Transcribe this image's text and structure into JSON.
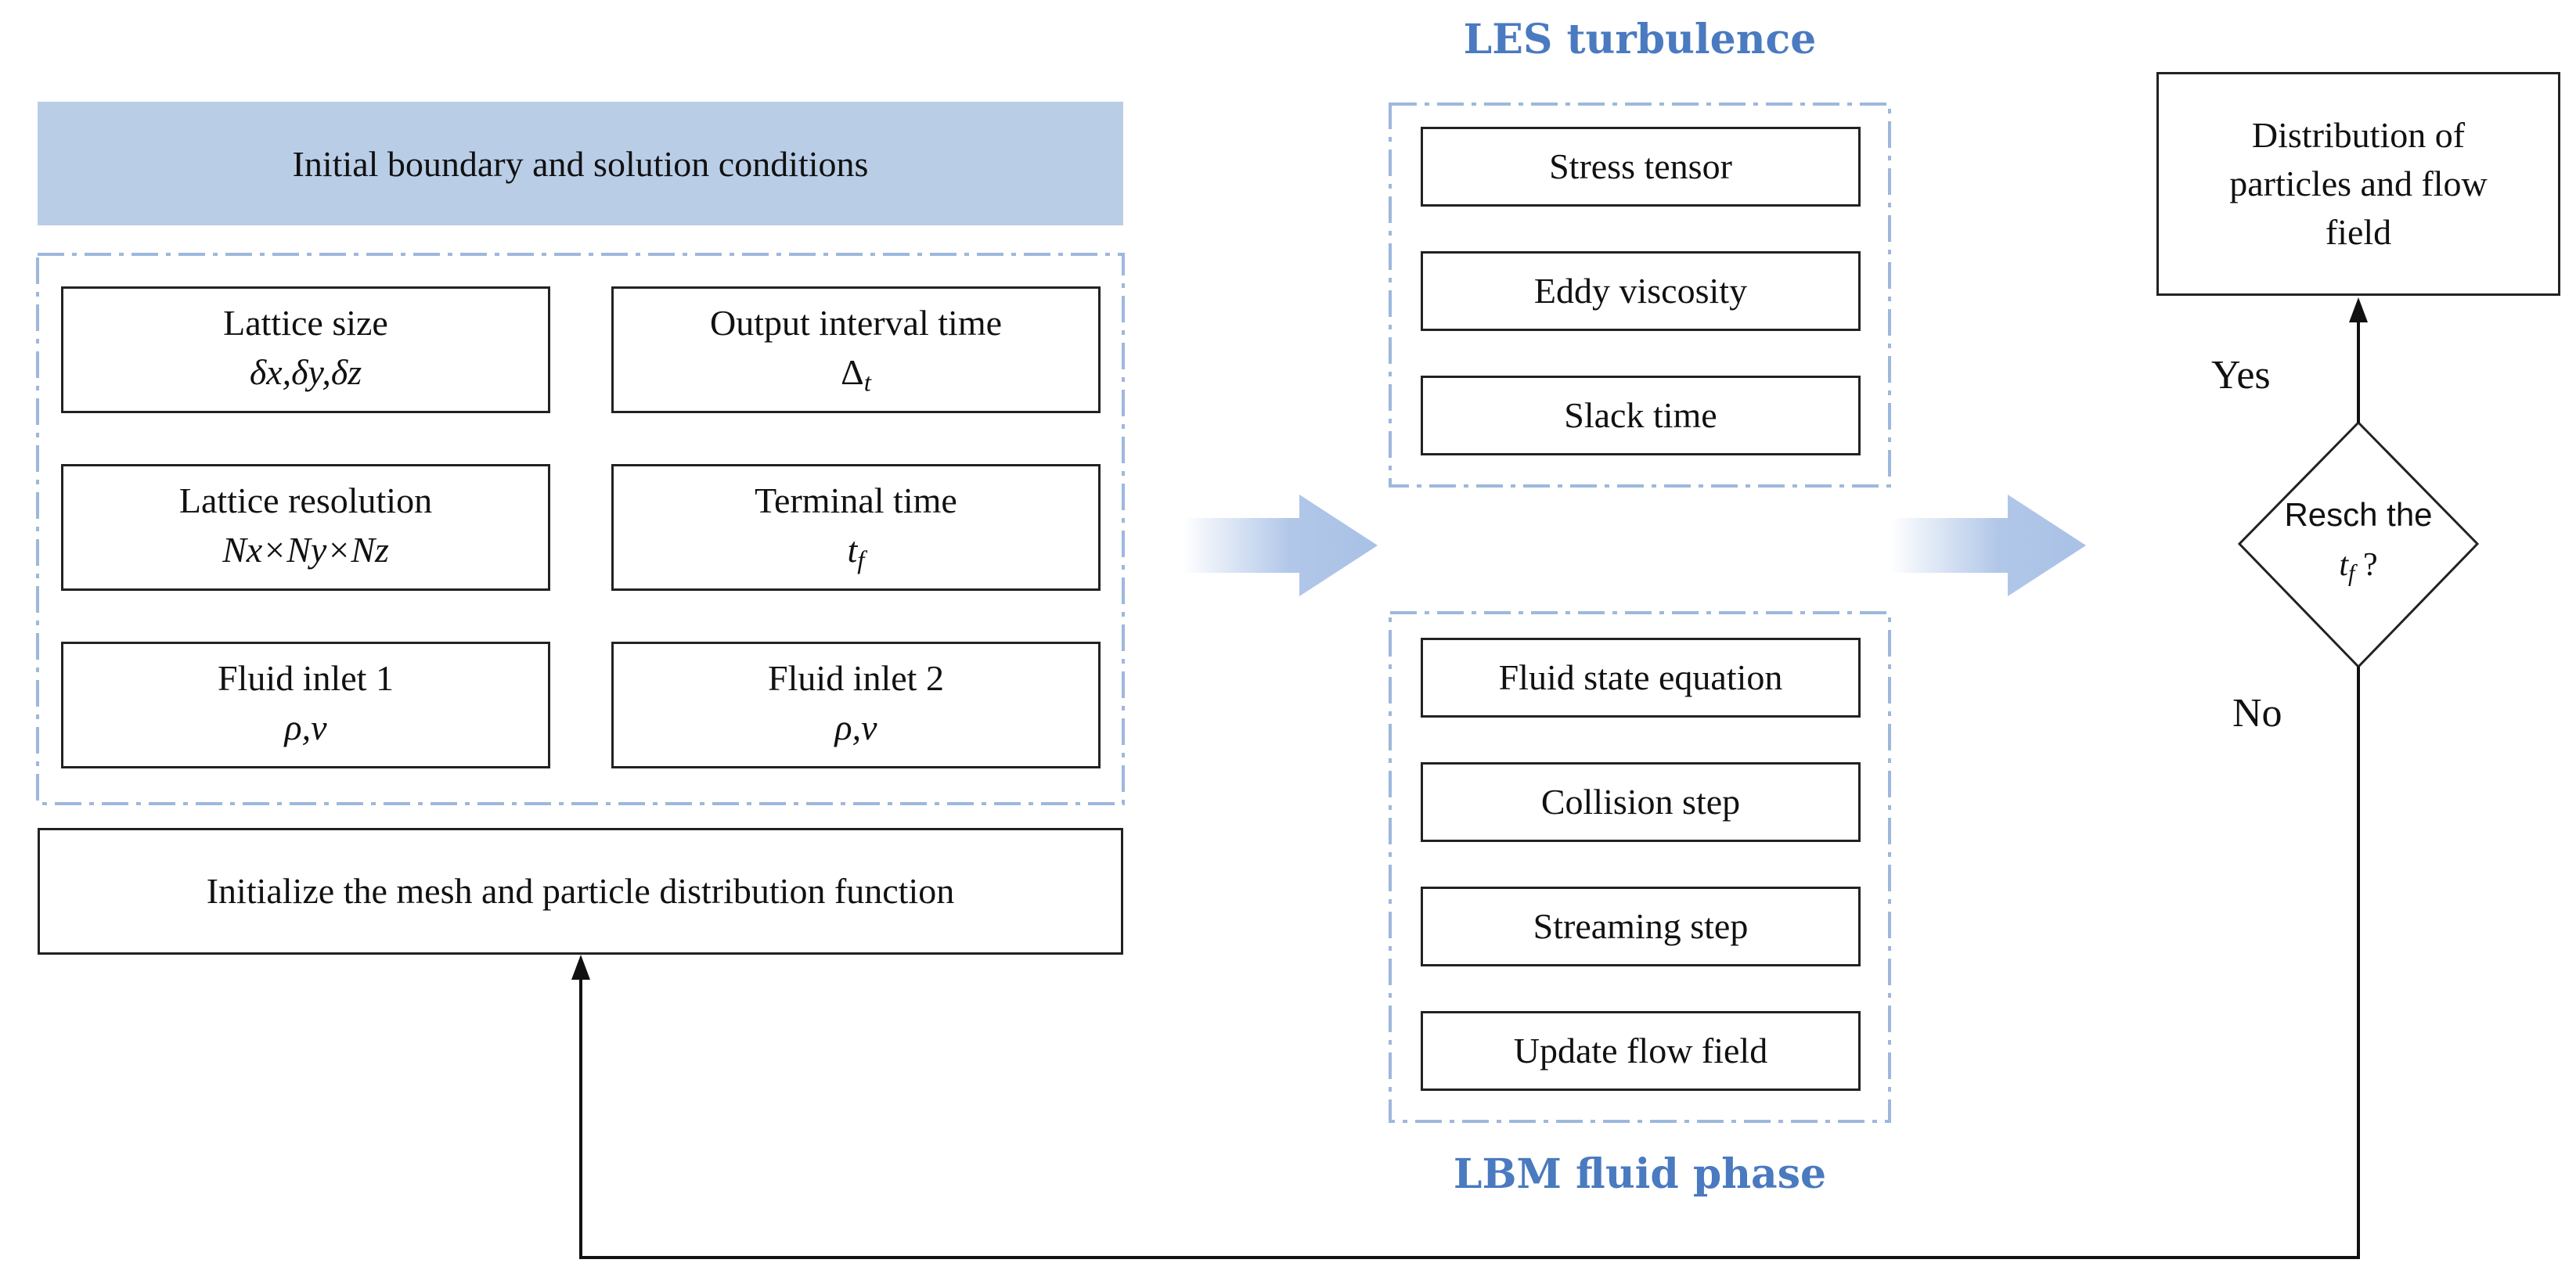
{
  "setup": {
    "banner": "Initial boundary and solution conditions",
    "params": [
      {
        "label": "Lattice size",
        "value": "δx,δy,δz",
        "value_sub": ""
      },
      {
        "label": "Output interval time",
        "value": "Δ",
        "value_sub": "t"
      },
      {
        "label": "Lattice resolution",
        "value": "Nx×Ny×Nz",
        "value_sub": ""
      },
      {
        "label": "Terminal time",
        "value": "t",
        "value_sub": "f"
      },
      {
        "label": "Fluid inlet 1",
        "value": "ρ,v",
        "value_sub": ""
      },
      {
        "label": "Fluid inlet 2",
        "value": "ρ,v",
        "value_sub": ""
      }
    ],
    "initialize": "Initialize the mesh and particle distribution function"
  },
  "les": {
    "title": "LES turbulence",
    "steps": [
      "Stress tensor",
      "Eddy viscosity",
      "Slack time"
    ]
  },
  "lbm": {
    "title": "LBM fluid phase",
    "steps": [
      "Fluid state equation",
      "Collision step",
      "Streaming step",
      "Update flow field"
    ]
  },
  "decision": {
    "line1": "Resch the",
    "var": "t",
    "var_sub": "f",
    "suffix": " ?",
    "yes": "Yes",
    "no": "No"
  },
  "output": {
    "line1": "Distribution of",
    "line2": "particles and flow",
    "line3": "field"
  },
  "colors": {
    "banner": "#b9cde6",
    "dashed_border": "#9db8dc",
    "heading": "#4a7ac0",
    "arrow_fill": "#a9c1e6"
  }
}
